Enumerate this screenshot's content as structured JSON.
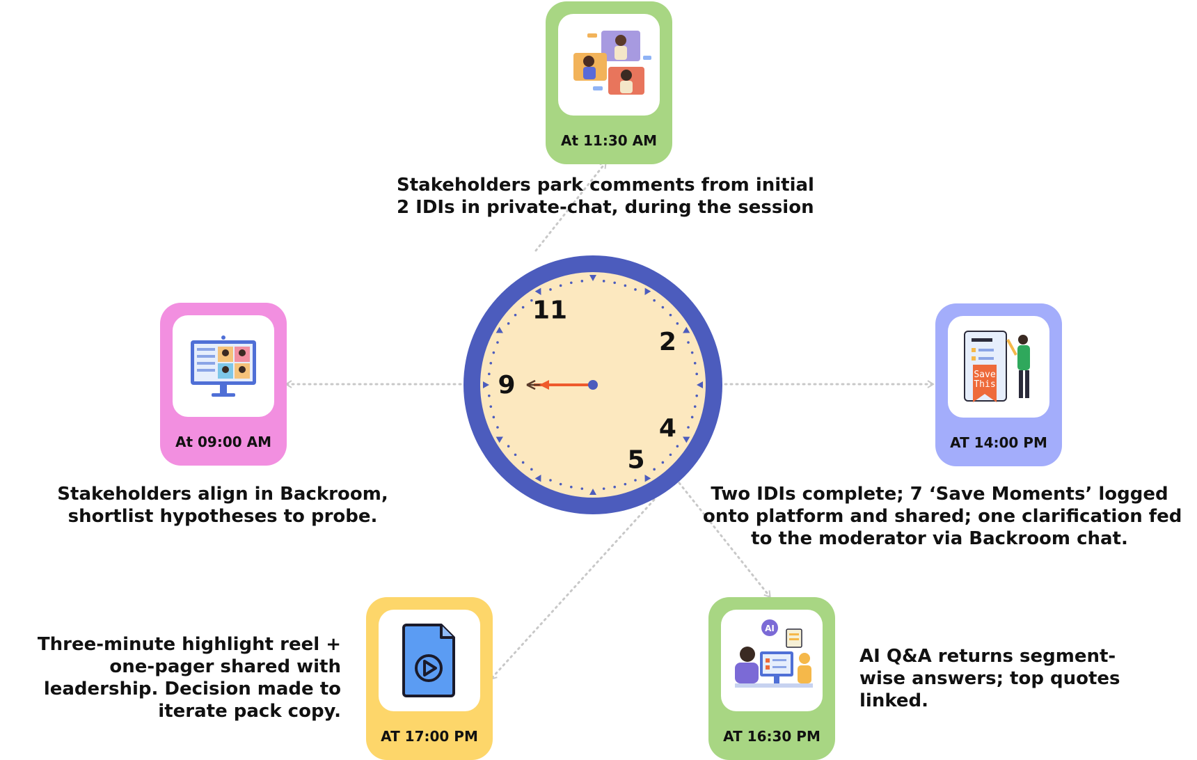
{
  "colors": {
    "green": "#a8d683",
    "pink": "#f28fe0",
    "lavender": "#a3adfb",
    "yellow": "#fdd66a",
    "clock_rim": "#4c5cbd",
    "clock_face": "#fce8bf",
    "hand": "#ef5a2c",
    "connector": "#c8c8c8"
  },
  "clock": {
    "numbers": [
      {
        "label": "11",
        "hour": 11
      },
      {
        "label": "2",
        "hour": 2
      },
      {
        "label": "9",
        "hour": 9
      },
      {
        "label": "4",
        "hour": 4
      },
      {
        "label": "5",
        "hour": 5
      }
    ],
    "hand_points_to_hour": 9
  },
  "events": [
    {
      "id": "e1130",
      "time": "At 11:30 AM",
      "icon": "video-call-icon",
      "color": "green",
      "lines": [
        "Stakeholders park comments from initial",
        "2 IDIs in private-chat, during the session"
      ]
    },
    {
      "id": "e0900",
      "time": "At 09:00 AM",
      "icon": "video-conference-monitor-icon",
      "color": "pink",
      "lines": [
        "Stakeholders align in Backroom,",
        "shortlist hypotheses to probe."
      ]
    },
    {
      "id": "e1400",
      "time": "AT 14:00 PM",
      "icon": "save-this-bookmark-icon",
      "color": "lavender",
      "lines": [
        "Two IDIs complete; 7 ‘Save Moments’ logged",
        "onto platform and shared; one clarification fed",
        "to the moderator via Backroom chat."
      ]
    },
    {
      "id": "e1700",
      "time": "AT 17:00 PM",
      "icon": "video-file-play-icon",
      "color": "yellow",
      "lines": [
        "Three-minute highlight reel +",
        "one-pager shared with",
        "leadership. Decision made to",
        "iterate pack copy."
      ]
    },
    {
      "id": "e1630",
      "time": "AT 16:30 PM",
      "icon": "ai-assistant-icon",
      "color": "green",
      "lines": [
        "AI Q&A returns segment-",
        "wise answers; top quotes",
        "linked."
      ]
    }
  ]
}
